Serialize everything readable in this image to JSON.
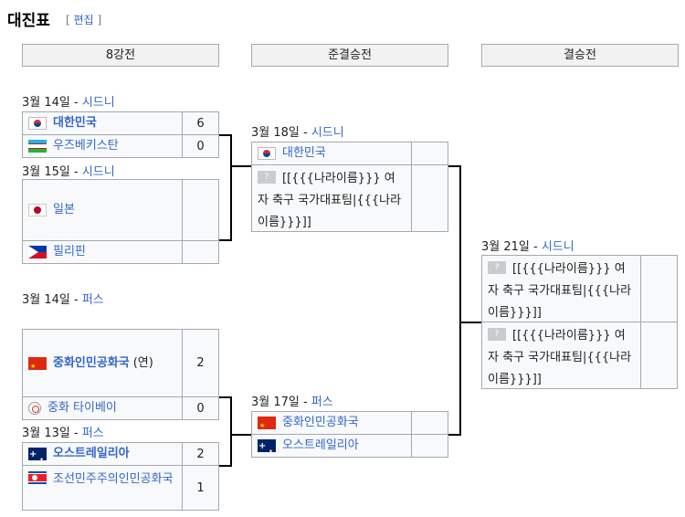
{
  "page": {
    "title": "대진표",
    "edit_open": "[",
    "edit_label": "편집",
    "edit_close": "]"
  },
  "rounds": {
    "quarterfinals": "8강전",
    "semifinals": "준결승전",
    "final": "결승전"
  },
  "separator": " - ",
  "quarterfinals": [
    {
      "date": "3월 14일",
      "venue": "시드니",
      "team1": {
        "name": "대한민국",
        "flag": "south-korea-flag-icon",
        "score": "6",
        "winner": true
      },
      "team2": {
        "name": "우즈베키스탄",
        "flag": "uzbekistan-flag-icon",
        "score": "0",
        "winner": false
      }
    },
    {
      "date": "3월 15일",
      "venue": "시드니",
      "team1": {
        "name": "일본",
        "flag": "japan-flag-icon",
        "score": "",
        "winner": false
      },
      "team2": {
        "name": "필리핀",
        "flag": "philippines-flag-icon",
        "score": "",
        "winner": false
      }
    },
    {
      "date": "3월 14일",
      "venue": "퍼스",
      "team1": {
        "name": "중화인민공화국",
        "suffix": "(연)",
        "flag": "china-flag-icon",
        "score": "2",
        "winner": true
      },
      "team2": {
        "name": "중화 타이베이",
        "flag": "chinese-taipei-flag-icon",
        "score": "0",
        "winner": false
      }
    },
    {
      "date": "3월 13일",
      "venue": "퍼스",
      "team1": {
        "name": "오스트레일리아",
        "flag": "australia-flag-icon",
        "score": "2",
        "winner": true
      },
      "team2": {
        "name": "조선민주주의인민공화국",
        "flag": "north-korea-flag-icon",
        "score": "1",
        "winner": false
      }
    }
  ],
  "semifinals": [
    {
      "date": "3월 18일",
      "venue": "시드니",
      "team1": {
        "name": "대한민국",
        "flag": "south-korea-flag-icon",
        "score": ""
      },
      "team2": {
        "name": "[[{{{나라이름}}} 여자 축구 국가대표팀|{{{나라이름}}}]]",
        "flag_placeholder": "?",
        "score": ""
      }
    },
    {
      "date": "3월 17일",
      "venue": "퍼스",
      "team1": {
        "name": "중화인민공화국",
        "flag": "china-flag-icon",
        "score": ""
      },
      "team2": {
        "name": "오스트레일리아",
        "flag": "australia-flag-icon",
        "score": ""
      }
    }
  ],
  "final": {
    "date": "3월 21일",
    "venue": "시드니",
    "team1": {
      "name": "[[{{{나라이름}}} 여자 축구 국가대표팀|{{{나라이름}}}]]",
      "flag_placeholder": "?",
      "score": ""
    },
    "team2": {
      "name": "[[{{{나라이름}}} 여자 축구 국가대표팀|{{{나라이름}}}]]",
      "flag_placeholder": "?",
      "score": ""
    }
  }
}
